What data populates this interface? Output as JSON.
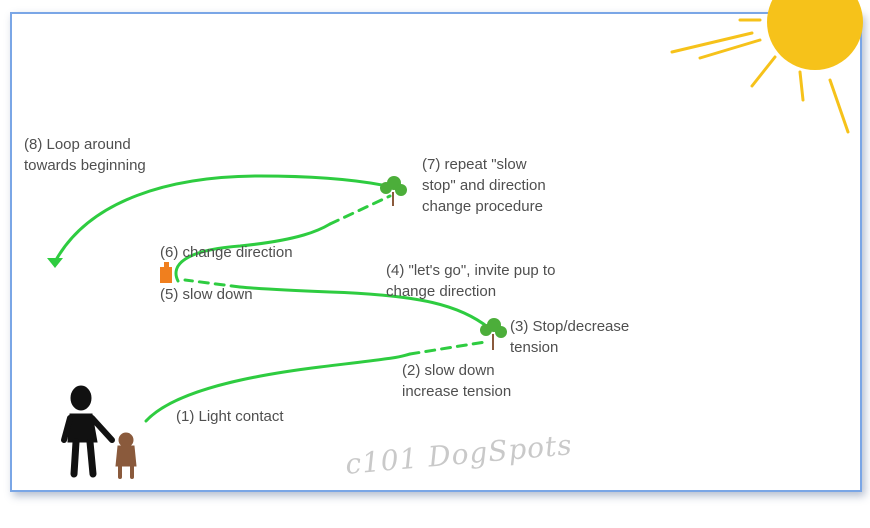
{
  "labels": {
    "step1": "(1) Light contact",
    "step2": "(2) slow down\nincrease tension",
    "step3": "(3) Stop/decrease\ntension",
    "step4": "(4) \"let's go\", invite pup to\nchange direction",
    "step5": "(5) slow down",
    "step6": "(6) change direction",
    "step7": "(7) repeat \"slow\nstop\" and direction\nchange procedure",
    "step8": "(8) Loop around\ntowards beginning"
  },
  "watermark": "c101 DogSpots",
  "colors": {
    "path": "#2ecc40",
    "sun": "#f6c21a",
    "tree": "#4cae3a",
    "cone": "#f07f1e",
    "person": "#111111",
    "dog": "#8a5a3c",
    "frame": "#7aa6e6"
  },
  "icons": [
    "sun-icon",
    "tree-icon",
    "tree-icon",
    "cone-icon",
    "person-icon",
    "dog-icon",
    "arrowhead-icon"
  ]
}
